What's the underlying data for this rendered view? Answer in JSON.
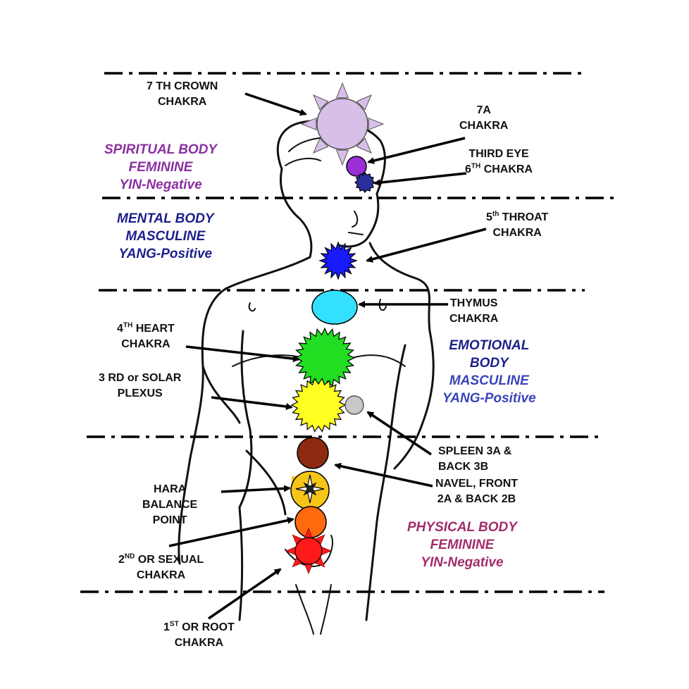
{
  "labels": {
    "crown": {
      "line1": "7 TH CROWN",
      "line2": "CHAKRA"
    },
    "c7a": {
      "line1": "7A",
      "line2": "CHAKRA"
    },
    "third_eye": {
      "line1": "THIRD EYE",
      "line2_pre": "6",
      "line2_sup": "TH",
      "line2_post": " CHAKRA"
    },
    "throat": {
      "line1_pre": "5",
      "line1_sup": "th",
      "line1_post": " THROAT",
      "line2": "CHAKRA"
    },
    "thymus": {
      "line1": "THYMUS",
      "line2": "CHAKRA"
    },
    "heart": {
      "line1_pre": "4",
      "line1_sup": "TH",
      "line1_post": " HEART",
      "line2": "CHAKRA"
    },
    "solar": {
      "line1": "3 RD or SOLAR",
      "line2": "PLEXUS"
    },
    "spleen": {
      "line1": "SPLEEN 3A  &",
      "line2": "BACK 3B"
    },
    "navel": {
      "line1": "NAVEL, FRONT",
      "line2": "2A  & BACK 2B"
    },
    "hara": {
      "line1": "HARA",
      "line2": "BALANCE",
      "line3": "POINT"
    },
    "sexual": {
      "line1_pre": "2",
      "line1_sup": "ND",
      "line1_post": " OR SEXUAL",
      "line2": "CHAKRA"
    },
    "root": {
      "line1_pre": "1",
      "line1_sup": "ST",
      "line1_post": " OR ROOT",
      "line2": "CHAKRA"
    }
  },
  "bodies": {
    "spiritual": {
      "line1": "SPIRITUAL BODY",
      "line2": "FEMININE",
      "line3": "YIN-Negative",
      "color": "#8b2fa0"
    },
    "mental": {
      "line1": "MENTAL BODY",
      "line2": "MASCULINE",
      "line3": "YANG-Positive",
      "color": "#1c1f8a"
    },
    "emotional": {
      "line1": "EMOTIONAL",
      "line2": "BODY",
      "line3": "MASCULINE",
      "line4": "YANG-Positive",
      "color": "#1c1f8a",
      "color2": "#3a44b8"
    },
    "physical": {
      "line1": "PHYSICAL BODY",
      "line2": "FEMININE",
      "line3": "YIN-Negative",
      "color": "#a02d6a"
    }
  },
  "chakra_colors": {
    "crown": "#d8bfe8",
    "c7a": "#9b30d9",
    "third_eye": "#2a2f9c",
    "throat": "#1a1aff",
    "thymus": "#33e0ff",
    "heart": "#22dd22",
    "solar": "#ffff22",
    "spleen": "#c8c8c8",
    "navel": "#8b2a0f",
    "hara": "#f5c518",
    "sexual": "#ff6a0f",
    "root": "#ff1a1a"
  },
  "icons": [
    "crown-sun-icon",
    "compass-star-icon",
    "root-star-icon",
    "heart-starburst-icon",
    "solar-starburst-icon",
    "throat-starburst-icon"
  ]
}
